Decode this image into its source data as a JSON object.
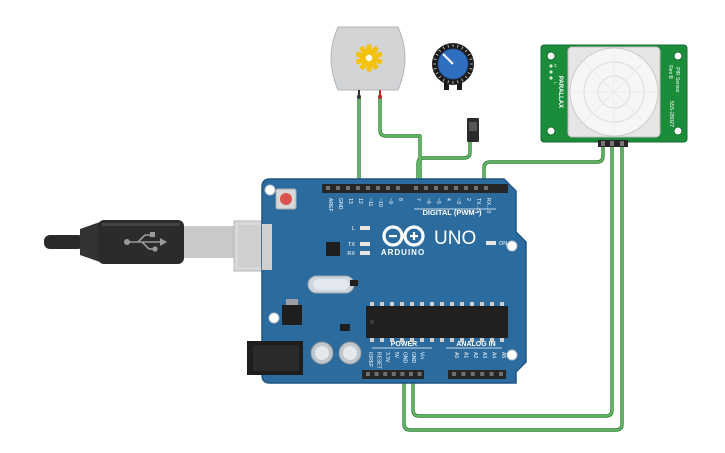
{
  "board": {
    "brand": "UNO",
    "maker": "ARDUINO",
    "digital_header": "DIGITAL (PWM~)",
    "power_header": "POWER",
    "analog_header": "ANALOG IN",
    "on_label": "ON",
    "led_l": "L",
    "led_tx": "TX",
    "led_rx": "RX",
    "digital_pins": [
      "AREF",
      "GND",
      "13",
      "12",
      "~11",
      "~10",
      "~9",
      "8",
      "7",
      "~6",
      "~5",
      "4",
      "~3",
      "2",
      "TX→1",
      "RX←0"
    ],
    "power_pins": [
      "IOREF",
      "RESET",
      "3.3V",
      "5V",
      "GND",
      "GND",
      "Vin"
    ],
    "analog_pins": [
      "A0",
      "A1",
      "A2",
      "A3",
      "A4",
      "A5"
    ]
  },
  "pir": {
    "title": "PIR Sensor",
    "rev": "Rev B",
    "brand": "PARALLAX",
    "part": "555-28027",
    "jumper_h": "H",
    "jumper_l": "L"
  },
  "colors": {
    "board": "#2b6b9e",
    "wire": "#4caf50",
    "pcb": "#1a8c3a",
    "pot": "#2f6fbf"
  }
}
